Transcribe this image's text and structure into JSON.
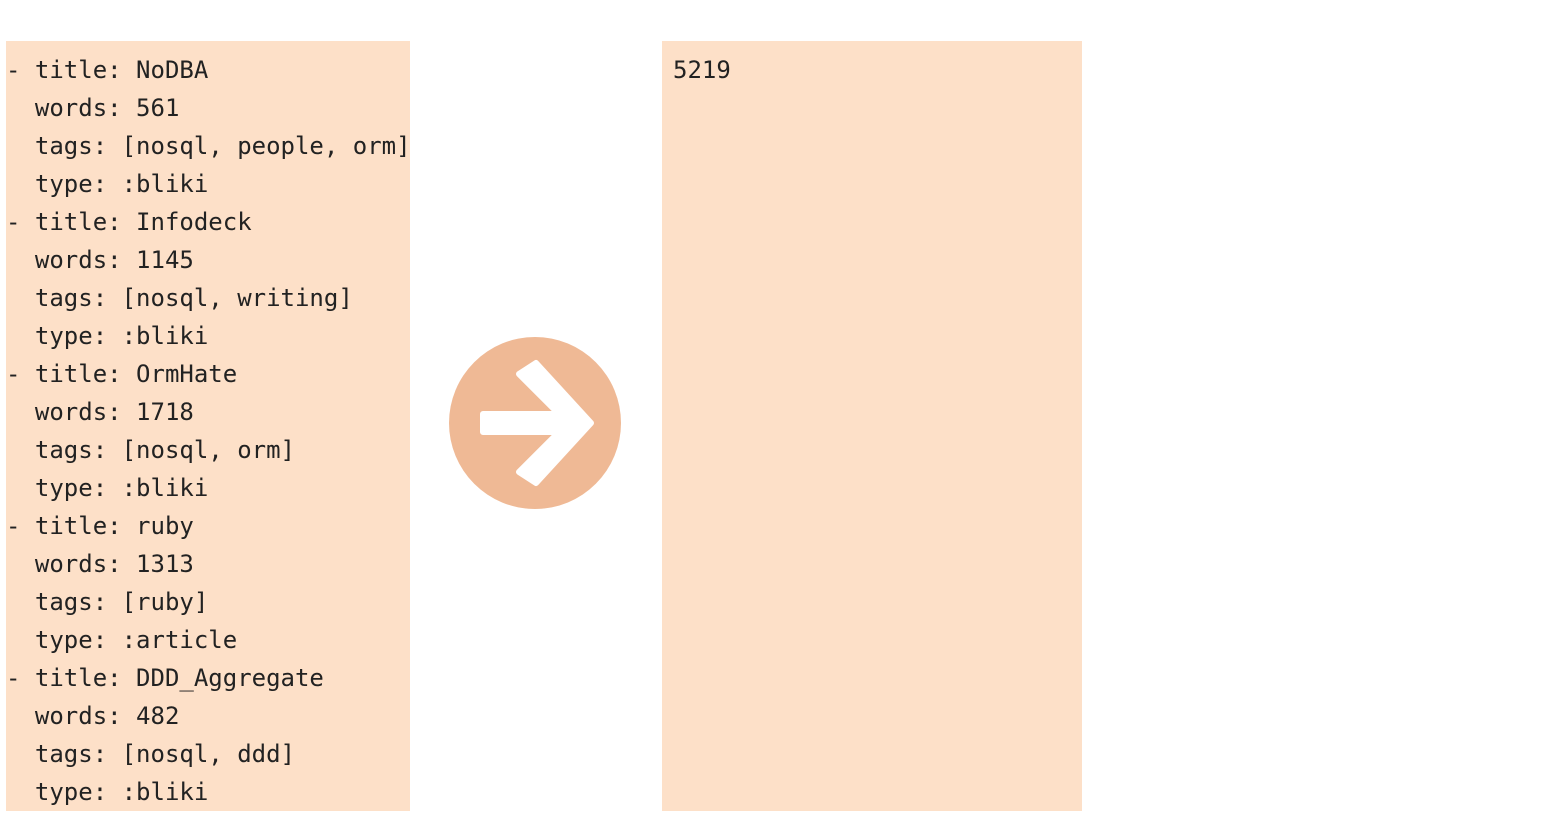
{
  "input_records": [
    [
      "- title: NoDBA",
      "  words: 561",
      "  tags: [nosql, people, orm]",
      "  type: :bliki"
    ],
    [
      "- title: Infodeck",
      "  words: 1145",
      "  tags: [nosql, writing]",
      "  type: :bliki"
    ],
    [
      "- title: OrmHate",
      "  words: 1718",
      "  tags: [nosql, orm]",
      "  type: :bliki"
    ],
    [
      "- title: ruby",
      "  words: 1313",
      "  tags: [ruby]",
      "  type: :article"
    ],
    [
      "- title: DDD_Aggregate",
      "  words: 482",
      "  tags: [nosql, ddd]",
      "  type: :bliki"
    ]
  ],
  "output": {
    "value": "5219"
  },
  "arrow": {
    "icon": "arrow-right-icon",
    "circle_color": "#efb995",
    "arrow_color": "#ffffff"
  },
  "colors": {
    "panel_background": "#fde0c8",
    "text": "#222222"
  }
}
